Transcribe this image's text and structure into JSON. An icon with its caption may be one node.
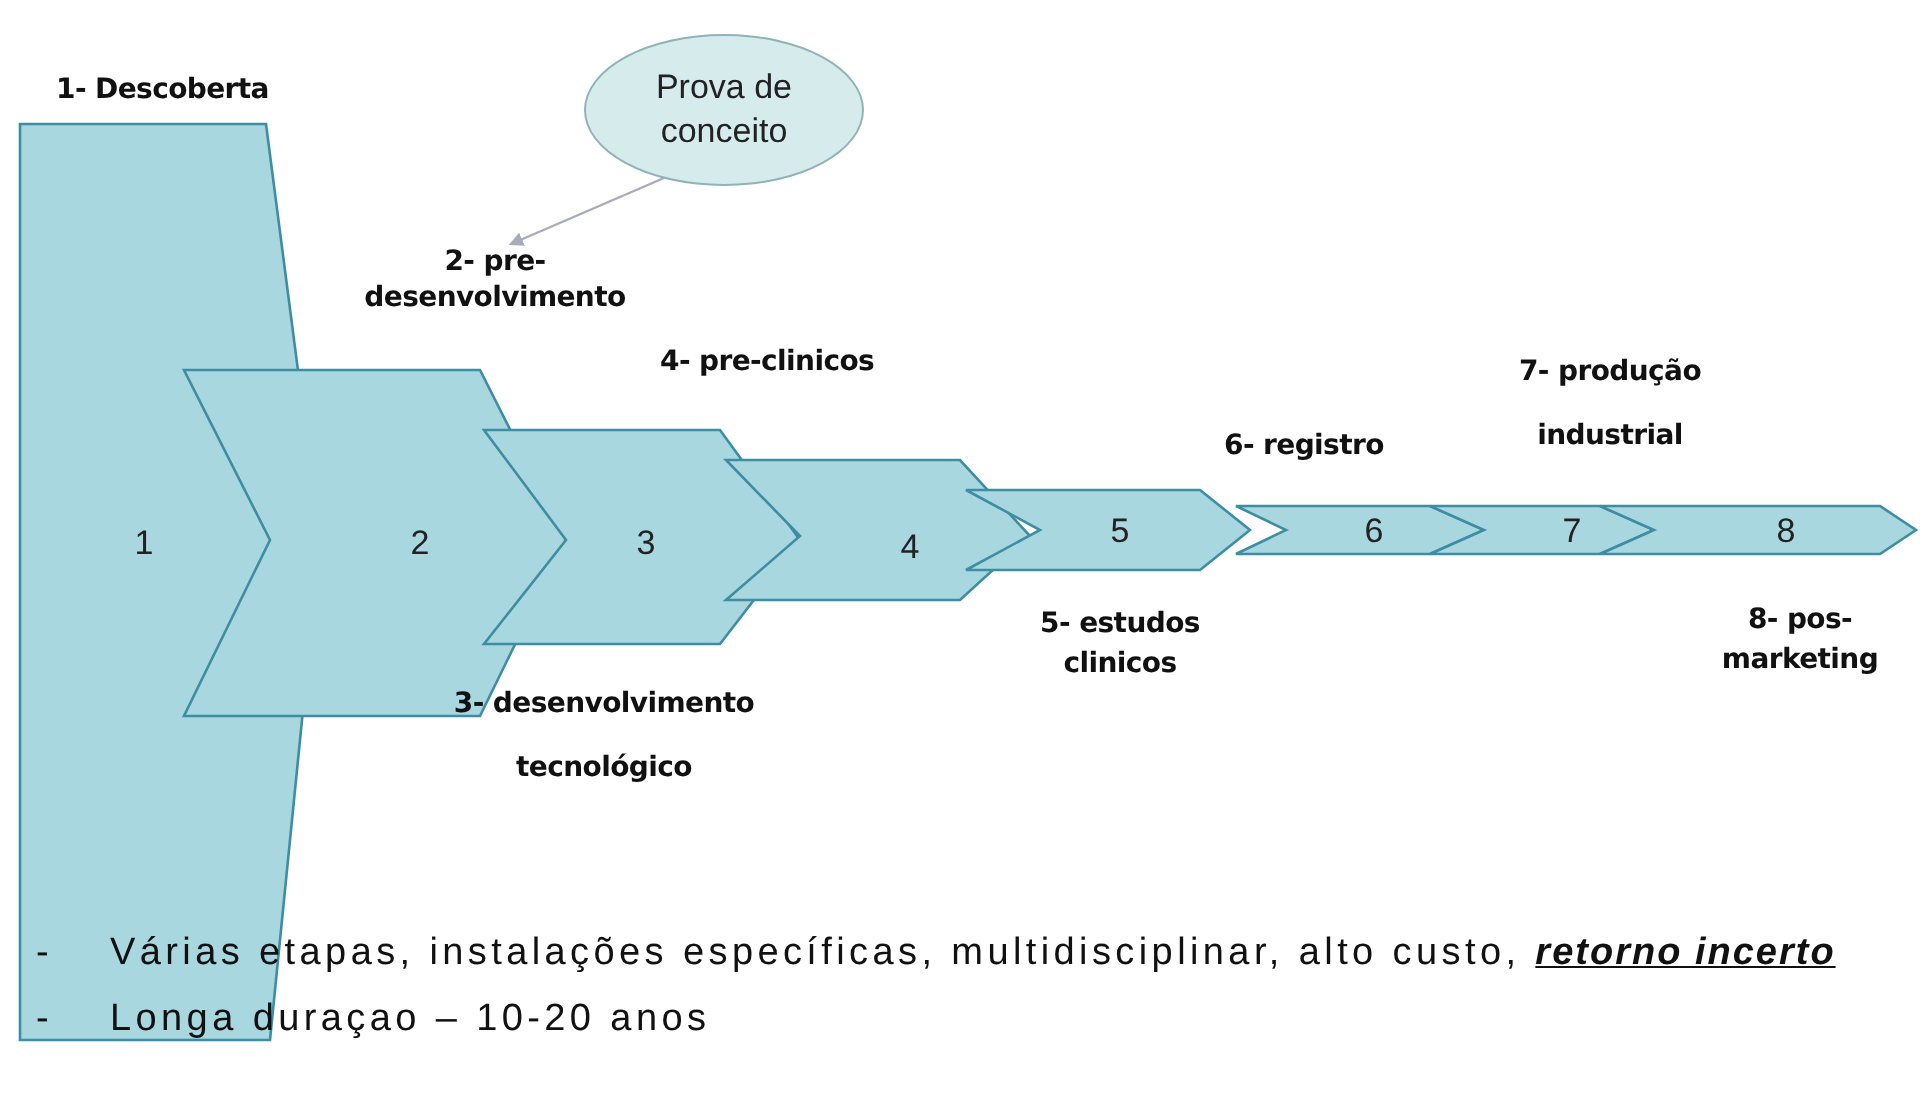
{
  "diagram": {
    "nodes": [
      {
        "text": [
          "1- Descoberta",
          "1"
        ]
      },
      {
        "text": [
          "2- pre- desenvolvimento",
          "2"
        ]
      },
      {
        "text": [
          "3",
          "3- desenvolvimento tecnológico"
        ]
      },
      {
        "text": [
          "4- pre-clinicos",
          "4"
        ]
      },
      {
        "text": [
          "5",
          "5- estudos clinicos"
        ]
      },
      {
        "text": [
          "6- registro",
          "6"
        ]
      },
      {
        "text": [
          "7- produção industrial",
          "7"
        ]
      },
      {
        "text": [
          "8",
          "8- pos- marketing"
        ]
      },
      {
        "text": [
          "Prova de conceito"
        ]
      }
    ],
    "edges": [
      {
        "from": 8,
        "to": 1,
        "arrow": "to"
      }
    ],
    "labels": [
      "-",
      "Várias etapas, instalações específicas, multidisciplinar, alto custo, **retorno incerto**",
      "-",
      "Longa duraçao – 10-20 anos"
    ]
  }
}
